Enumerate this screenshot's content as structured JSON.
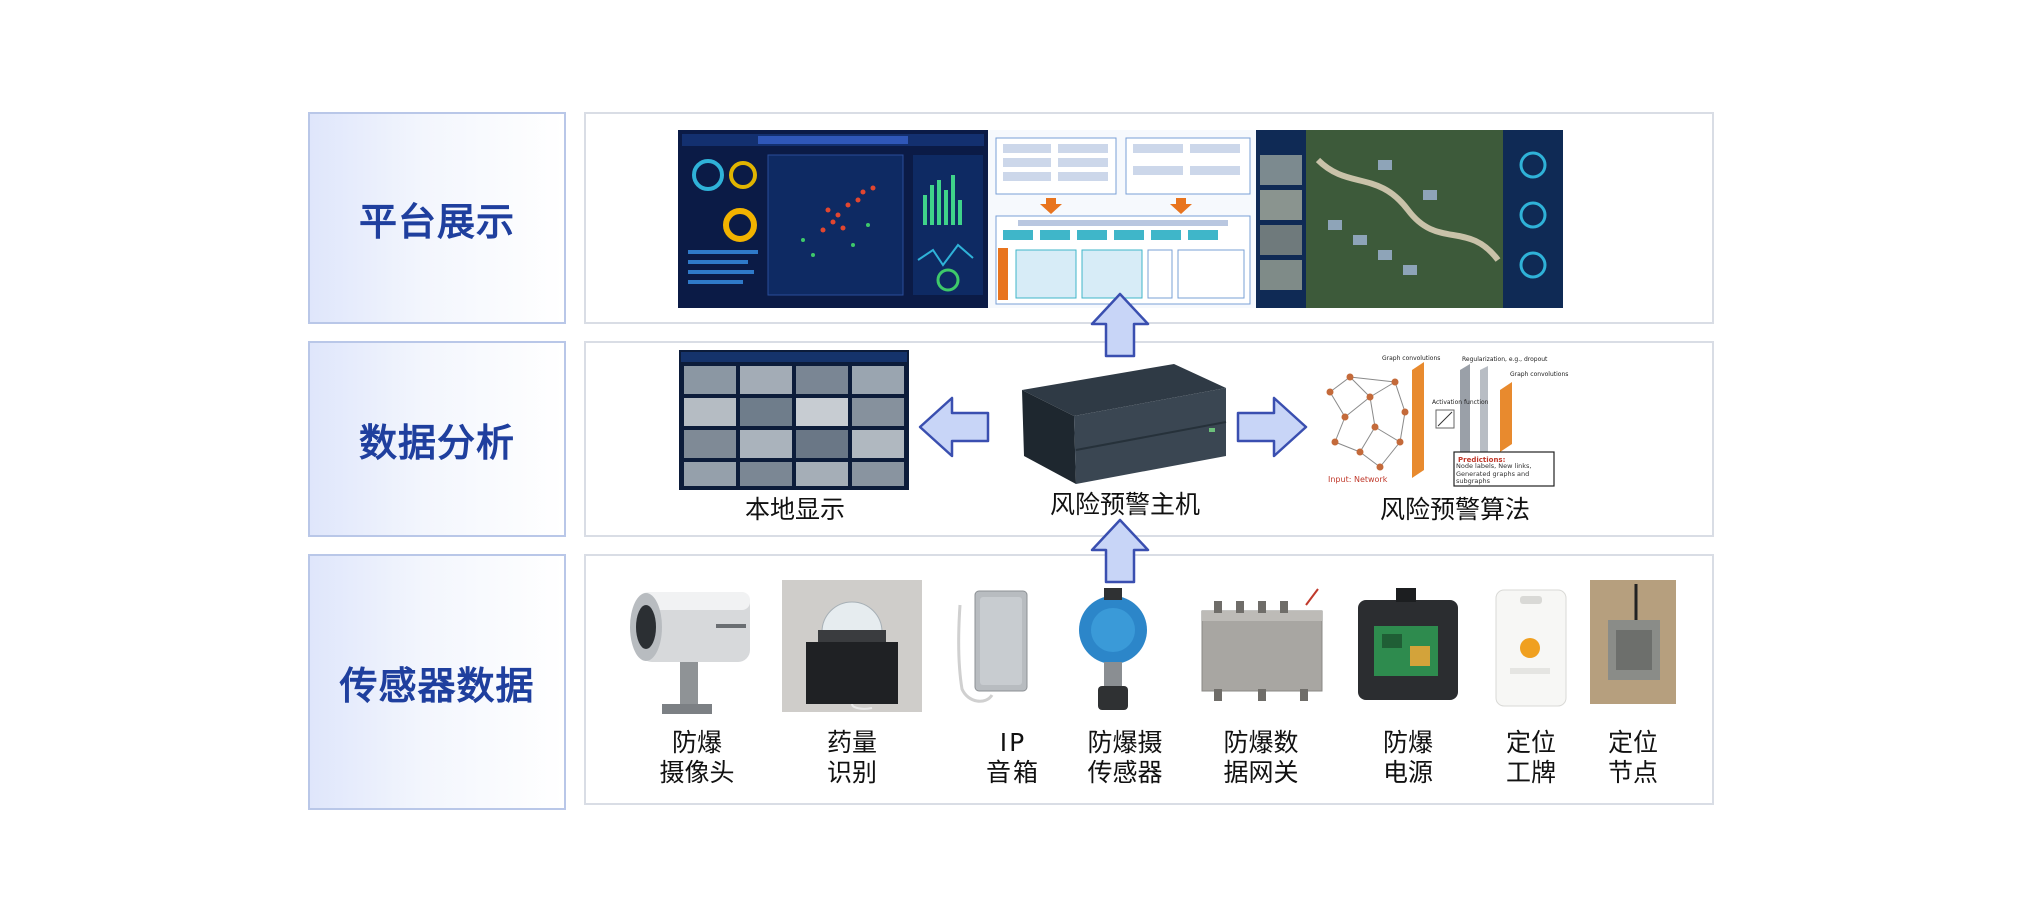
{
  "layers": {
    "top": {
      "label": "平台展示"
    },
    "middle": {
      "label": "数据分析"
    },
    "bottom": {
      "label": "传感器数据"
    }
  },
  "analysis": {
    "local_display": "本地显示",
    "host": "风险预警主机",
    "algorithm": "风险预警算法",
    "algorithm_figure": {
      "input_label": "Input: Network",
      "predictions_title": "Predictions:",
      "predictions_text": "Node labels, New links, Generated graphs and subgraphs",
      "layer1": "Graph convolutions",
      "layer2": "Regularization, e.g., dropout",
      "layer3": "Graph convolutions",
      "activation": "Activation function"
    }
  },
  "sensors": [
    {
      "line1": "防爆",
      "line2": "摄像头",
      "icon": "explosion-proof-camera"
    },
    {
      "line1": "药量",
      "line2": "识别",
      "icon": "dose-recognition-device"
    },
    {
      "line1": "IP",
      "line2": "音箱",
      "icon": "ip-speaker"
    },
    {
      "line1": "防爆摄",
      "line2": "传感器",
      "icon": "gas-sensor"
    },
    {
      "line1": "防爆数",
      "line2": "据网关",
      "icon": "data-gateway"
    },
    {
      "line1": "防爆",
      "line2": "电源",
      "icon": "power-supply"
    },
    {
      "line1": "定位",
      "line2": "工牌",
      "icon": "positioning-badge"
    },
    {
      "line1": "定位",
      "line2": "节点",
      "icon": "positioning-node"
    }
  ],
  "colors": {
    "label_text": "#1f3f9e",
    "arrow_fill": "#c8d5f7",
    "arrow_stroke": "#3a4fb0"
  }
}
